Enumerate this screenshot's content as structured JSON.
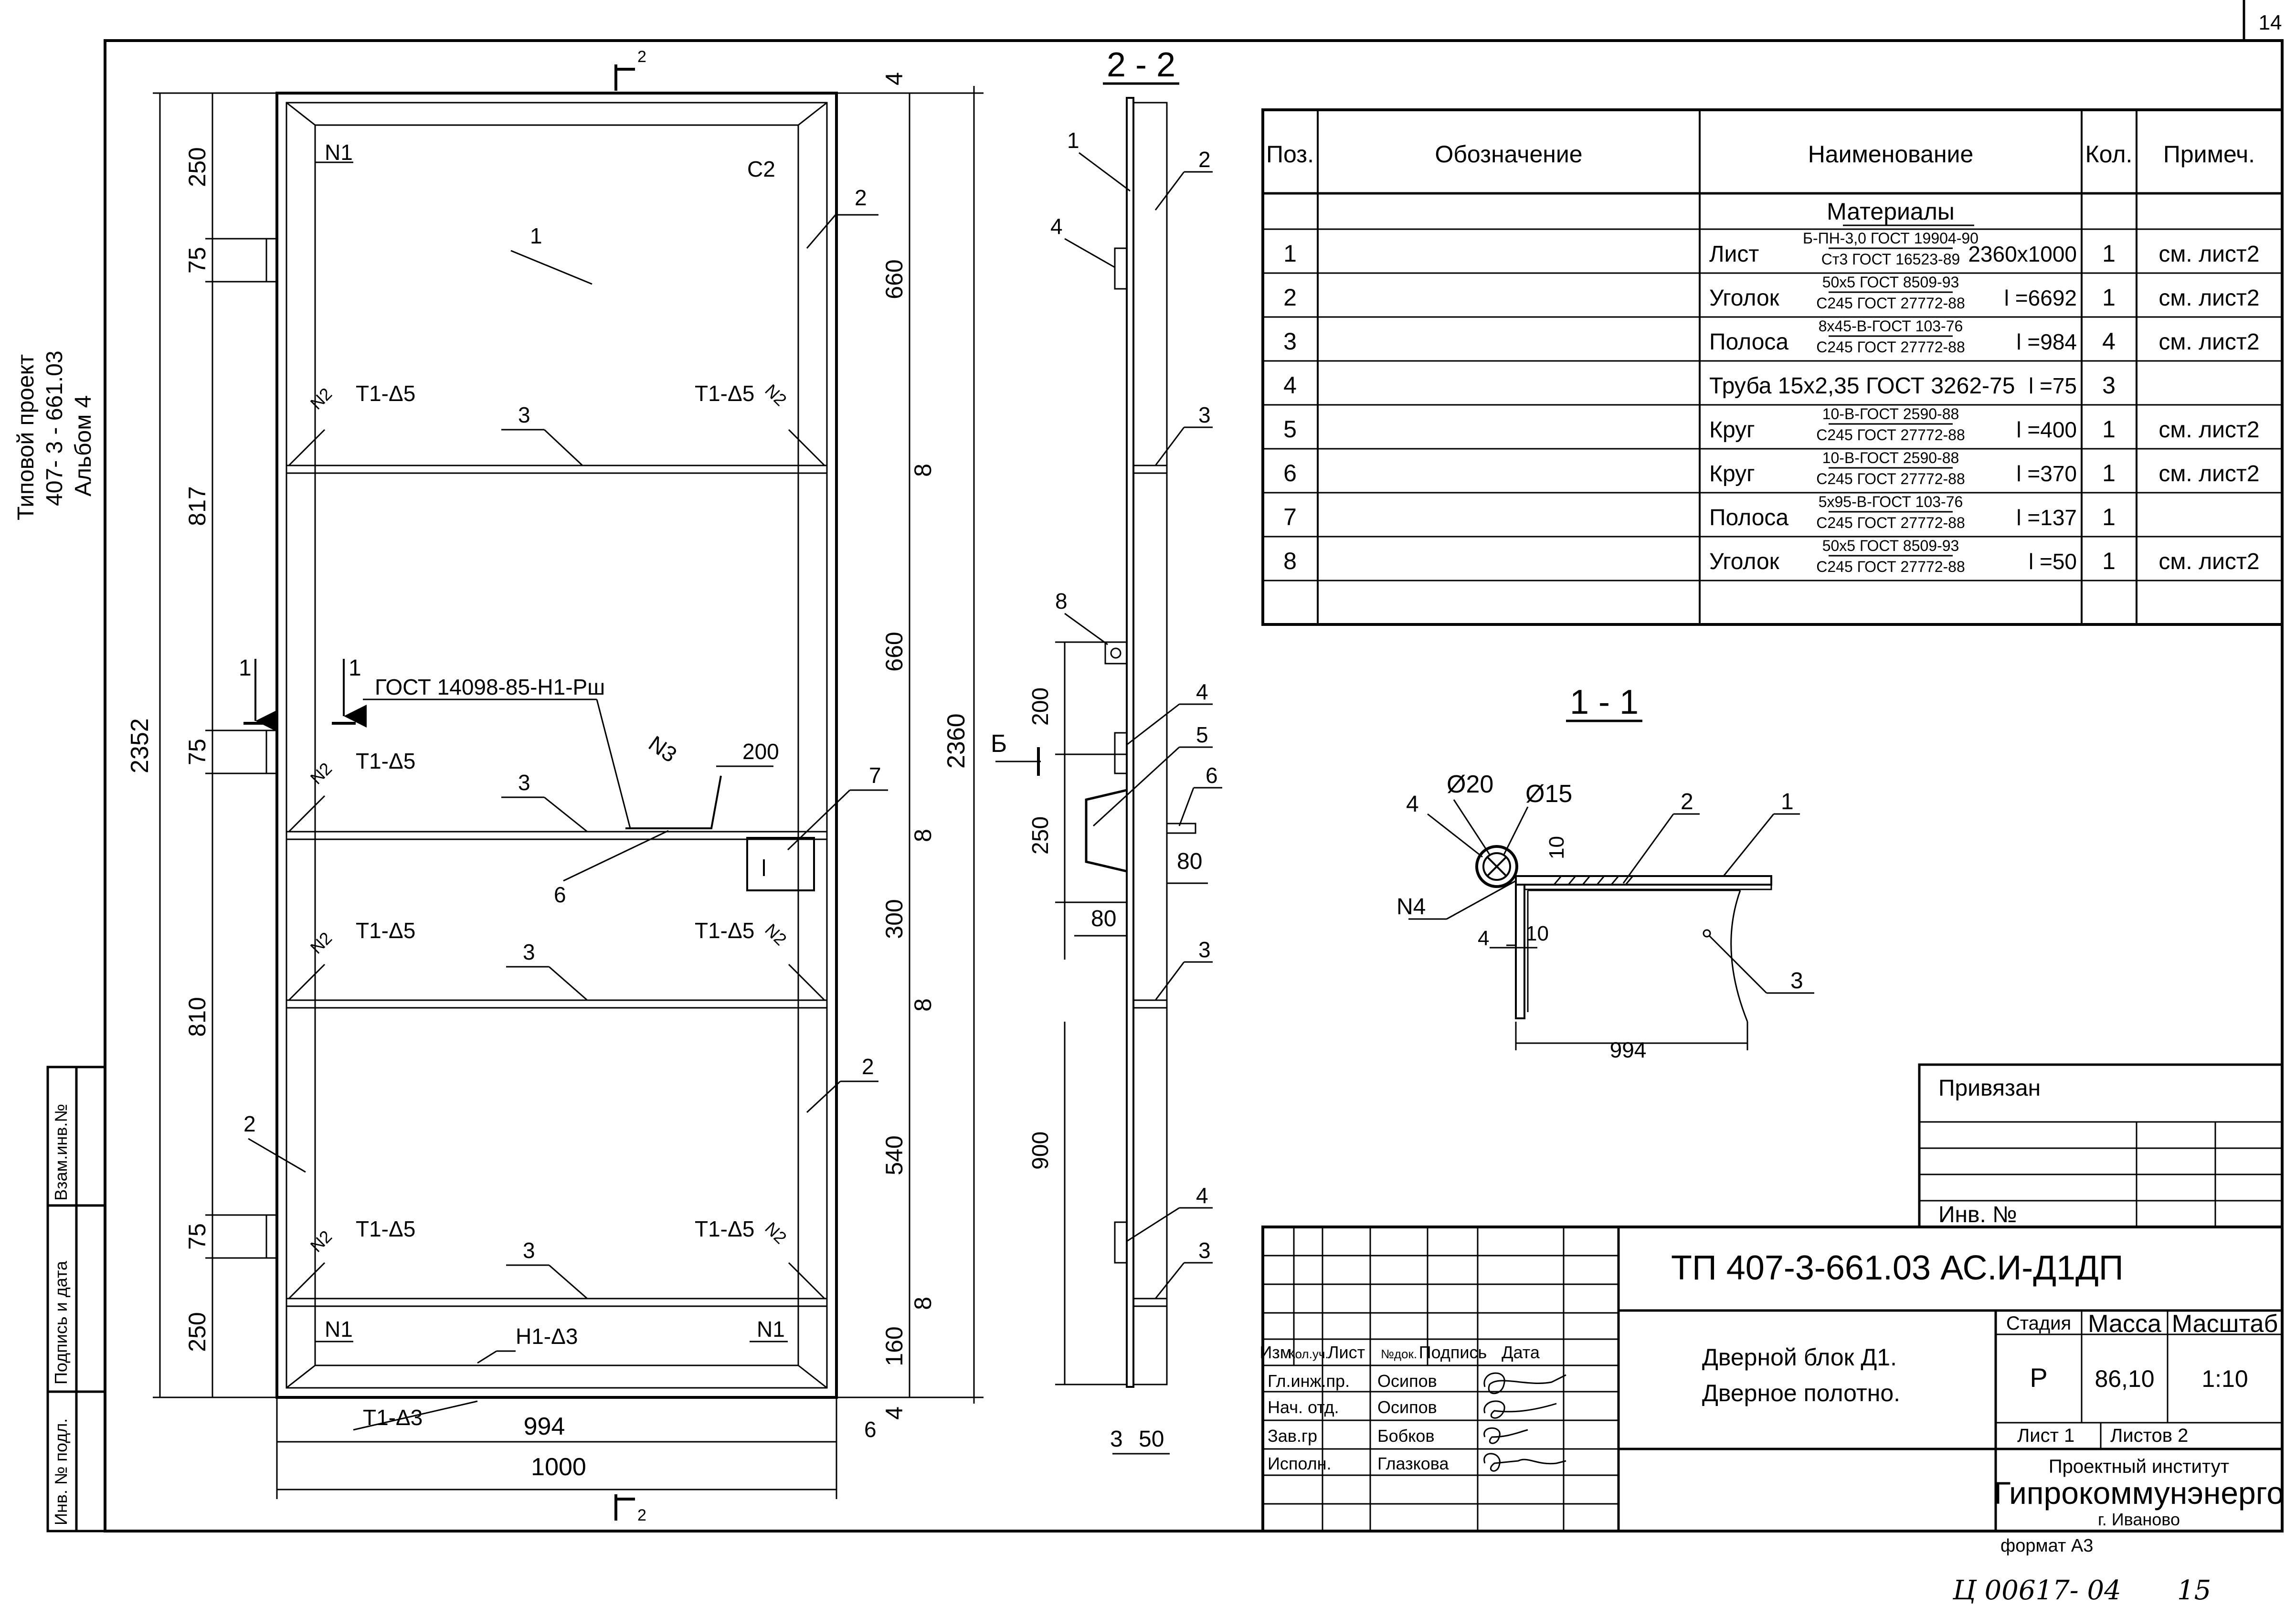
{
  "sheet": {
    "page_number": "14",
    "handwritten_note": "Ц 00617- 04",
    "handwritten_page": "15",
    "format": "формат А3"
  },
  "side_labels": {
    "project_line1": "Типовой проект",
    "project_line2": "407- 3 - 661.03",
    "project_line3": "Альбом 4",
    "vzam_inv": "Взам.инв.№",
    "podpis_data": "Подпись и дата",
    "inv_podl": "Инв. № подл."
  },
  "door_view": {
    "overall_height_outer": "2352",
    "overall_height_inner": "2360",
    "left_dims": [
      "250",
      "75",
      "817",
      "75",
      "810",
      "75",
      "250"
    ],
    "right_dims": [
      "4",
      "660",
      "8",
      "660",
      "8",
      "300",
      "8",
      "540",
      "8",
      "160",
      "4"
    ],
    "width_inner": "994",
    "width_outer": "1000",
    "right_bottom": "6",
    "section_mark": "2",
    "section1_mark": "1",
    "weld_labels": {
      "n1": "N1",
      "n2": "N2",
      "n3": "N3",
      "c2": "C2",
      "t15": "Т1-Δ5",
      "h13": "Н1-Δ3",
      "t13": "Т1-Δ3"
    },
    "gost_note": "ГОСТ 14098-85-Н1-Рш",
    "handle_width": "200",
    "position_callouts": [
      "1",
      "2",
      "3",
      "6",
      "7"
    ]
  },
  "section_2_2": {
    "title": "2 - 2",
    "dims": [
      "200",
      "250",
      "900",
      "80",
      "80",
      "3",
      "50"
    ],
    "view_b": "Б",
    "callouts": [
      "1",
      "2",
      "3",
      "4",
      "5",
      "6",
      "8"
    ]
  },
  "section_1_1": {
    "title": "1 - 1",
    "dia20": "Ø20",
    "dia15": "Ø15",
    "dims": [
      "10",
      "4",
      "10",
      "994"
    ],
    "weld": "N4",
    "callouts": [
      "4",
      "2",
      "1",
      "3"
    ]
  },
  "spec_table": {
    "headers": [
      "Поз.",
      "Обозначение",
      "Наименование",
      "Кол.",
      "Примеч."
    ],
    "section_title": "Материалы",
    "rows": [
      {
        "pos": "1",
        "name": "Лист",
        "top": "Б-ПН-3,0 ГОСТ 19904-90",
        "bottom": "Ст3 ГОСТ 16523-89",
        "size": "2360x1000",
        "qty": "1",
        "note": "см. лист2"
      },
      {
        "pos": "2",
        "name": "Уголок",
        "top": "50x5 ГОСТ 8509-93",
        "bottom": "С245 ГОСТ 27772-88",
        "size": "l =6692",
        "qty": "1",
        "note": "см. лист2"
      },
      {
        "pos": "3",
        "name": "Полоса",
        "top": "8x45-В-ГОСТ 103-76",
        "bottom": "С245 ГОСТ 27772-88",
        "size": "l =984",
        "qty": "4",
        "note": "см. лист2"
      },
      {
        "pos": "4",
        "name": "Труба 15x2,35 ГОСТ 3262-75",
        "top": "",
        "bottom": "",
        "size": "l =75",
        "qty": "3",
        "note": ""
      },
      {
        "pos": "5",
        "name": "Круг",
        "top": "10-В-ГОСТ 2590-88",
        "bottom": "С245 ГОСТ 27772-88",
        "size": "l =400",
        "qty": "1",
        "note": "см. лист2"
      },
      {
        "pos": "6",
        "name": "Круг",
        "top": "10-В-ГОСТ 2590-88",
        "bottom": "С245 ГОСТ 27772-88",
        "size": "l =370",
        "qty": "1",
        "note": "см. лист2"
      },
      {
        "pos": "7",
        "name": "Полоса",
        "top": "5x95-В-ГОСТ 103-76",
        "bottom": "С245 ГОСТ 27772-88",
        "size": "l =137",
        "qty": "1",
        "note": ""
      },
      {
        "pos": "8",
        "name": "Уголок",
        "top": "50x5 ГОСТ 8509-93",
        "bottom": "С245 ГОСТ 27772-88",
        "size": "l =50",
        "qty": "1",
        "note": "см. лист2"
      }
    ]
  },
  "binding": {
    "title": "Привязан",
    "inv": "Инв. №"
  },
  "title_block": {
    "code": "ТП   407-3-661.03   АС.И-Д1ДП",
    "name_line1": "Дверной блок Д1.",
    "name_line2": "Дверное полотно.",
    "col_headers": [
      "Изм.",
      "Кол.уч.",
      "Лист",
      "№док.",
      "Подпись",
      "Дата"
    ],
    "people": [
      {
        "role": "Гл.инж.пр.",
        "name": "Осипов"
      },
      {
        "role": "Нач. отд.",
        "name": "Осипов"
      },
      {
        "role": "Зав.гр",
        "name": "Бобков"
      },
      {
        "role": "Исполн.",
        "name": "Глазкова"
      }
    ],
    "stage_label": "Стадия",
    "mass_label": "Масса",
    "scale_label": "Масштаб",
    "stage": "Р",
    "mass": "86,10",
    "scale": "1:10",
    "sheet": "Лист 1",
    "sheets": "Листов 2",
    "org_line1": "Проектный институт",
    "org_line2": "Гипрокоммунэнерго",
    "org_line3": "г. Иваново"
  }
}
